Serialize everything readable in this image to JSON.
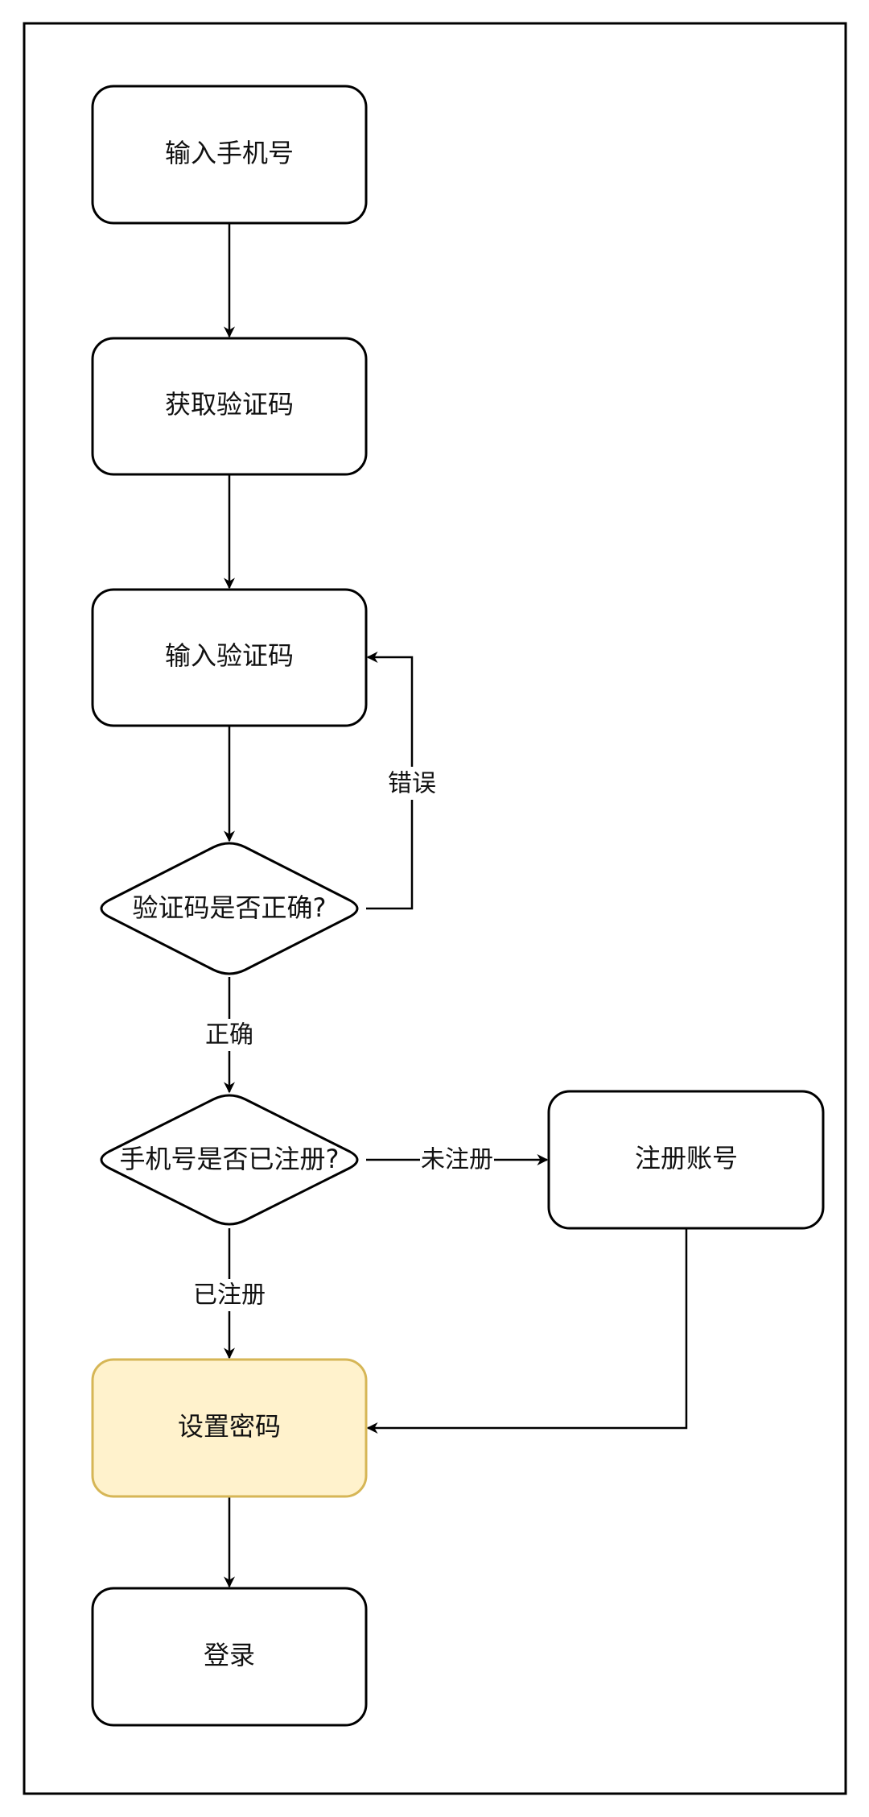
{
  "diagram": {
    "type": "flowchart",
    "colors": {
      "stroke": "#000000",
      "highlight_fill": "#fff2cc",
      "highlight_stroke": "#d6b656",
      "background": "#ffffff"
    },
    "nodes": [
      {
        "id": "n1",
        "shape": "rounded-rect",
        "label": "输入手机号"
      },
      {
        "id": "n2",
        "shape": "rounded-rect",
        "label": "获取验证码"
      },
      {
        "id": "n3",
        "shape": "rounded-rect",
        "label": "输入验证码"
      },
      {
        "id": "d1",
        "shape": "diamond",
        "label": "验证码是否正确?"
      },
      {
        "id": "d2",
        "shape": "diamond",
        "label": "手机号是否已注册?"
      },
      {
        "id": "n4",
        "shape": "rounded-rect",
        "label": "注册账号"
      },
      {
        "id": "n5",
        "shape": "rounded-rect",
        "label": "设置密码",
        "highlighted": true
      },
      {
        "id": "n6",
        "shape": "rounded-rect",
        "label": "登录"
      }
    ],
    "edges": [
      {
        "from": "n1",
        "to": "n2",
        "label": ""
      },
      {
        "from": "n2",
        "to": "n3",
        "label": ""
      },
      {
        "from": "n3",
        "to": "d1",
        "label": ""
      },
      {
        "from": "d1",
        "to": "n3",
        "label": "错误"
      },
      {
        "from": "d1",
        "to": "d2",
        "label": "正确"
      },
      {
        "from": "d2",
        "to": "n4",
        "label": "未注册"
      },
      {
        "from": "d2",
        "to": "n5",
        "label": "已注册"
      },
      {
        "from": "n4",
        "to": "n5",
        "label": ""
      },
      {
        "from": "n5",
        "to": "n6",
        "label": ""
      }
    ]
  }
}
